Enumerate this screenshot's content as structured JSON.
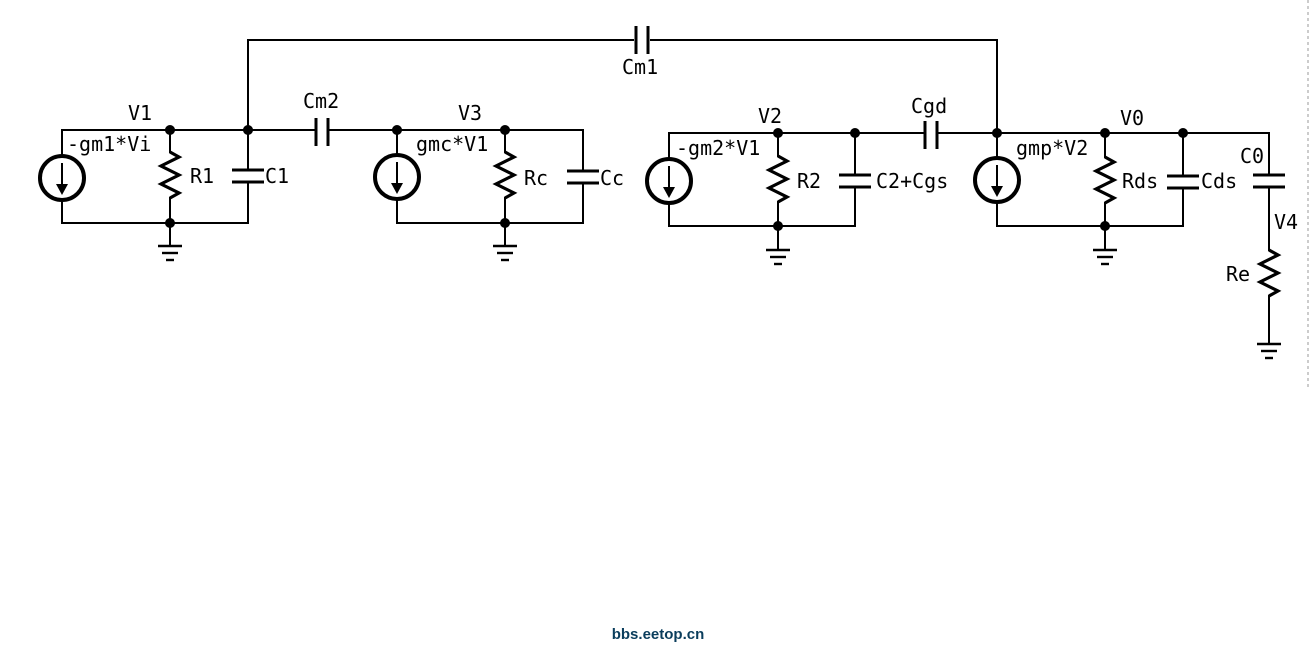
{
  "diagram": {
    "node_labels": {
      "v1": "V1",
      "v3": "V3",
      "v2": "V2",
      "v0": "V0",
      "v4": "V4"
    },
    "sources": {
      "gm1": "-gm1*Vi",
      "gmc": "gmc*V1",
      "gm2": "-gm2*V1",
      "gmp": "gmp*V2"
    },
    "components": {
      "r1": "R1",
      "c1": "C1",
      "cm2": "Cm2",
      "rc": "Rc",
      "cc": "Cc",
      "cm1": "Cm1",
      "r2": "R2",
      "c2cgs": "C2+Cgs",
      "cgd": "Cgd",
      "rds": "Rds",
      "cds": "Cds",
      "c0": "C0",
      "re": "Re"
    }
  },
  "watermark": "bbs.eetop.cn"
}
